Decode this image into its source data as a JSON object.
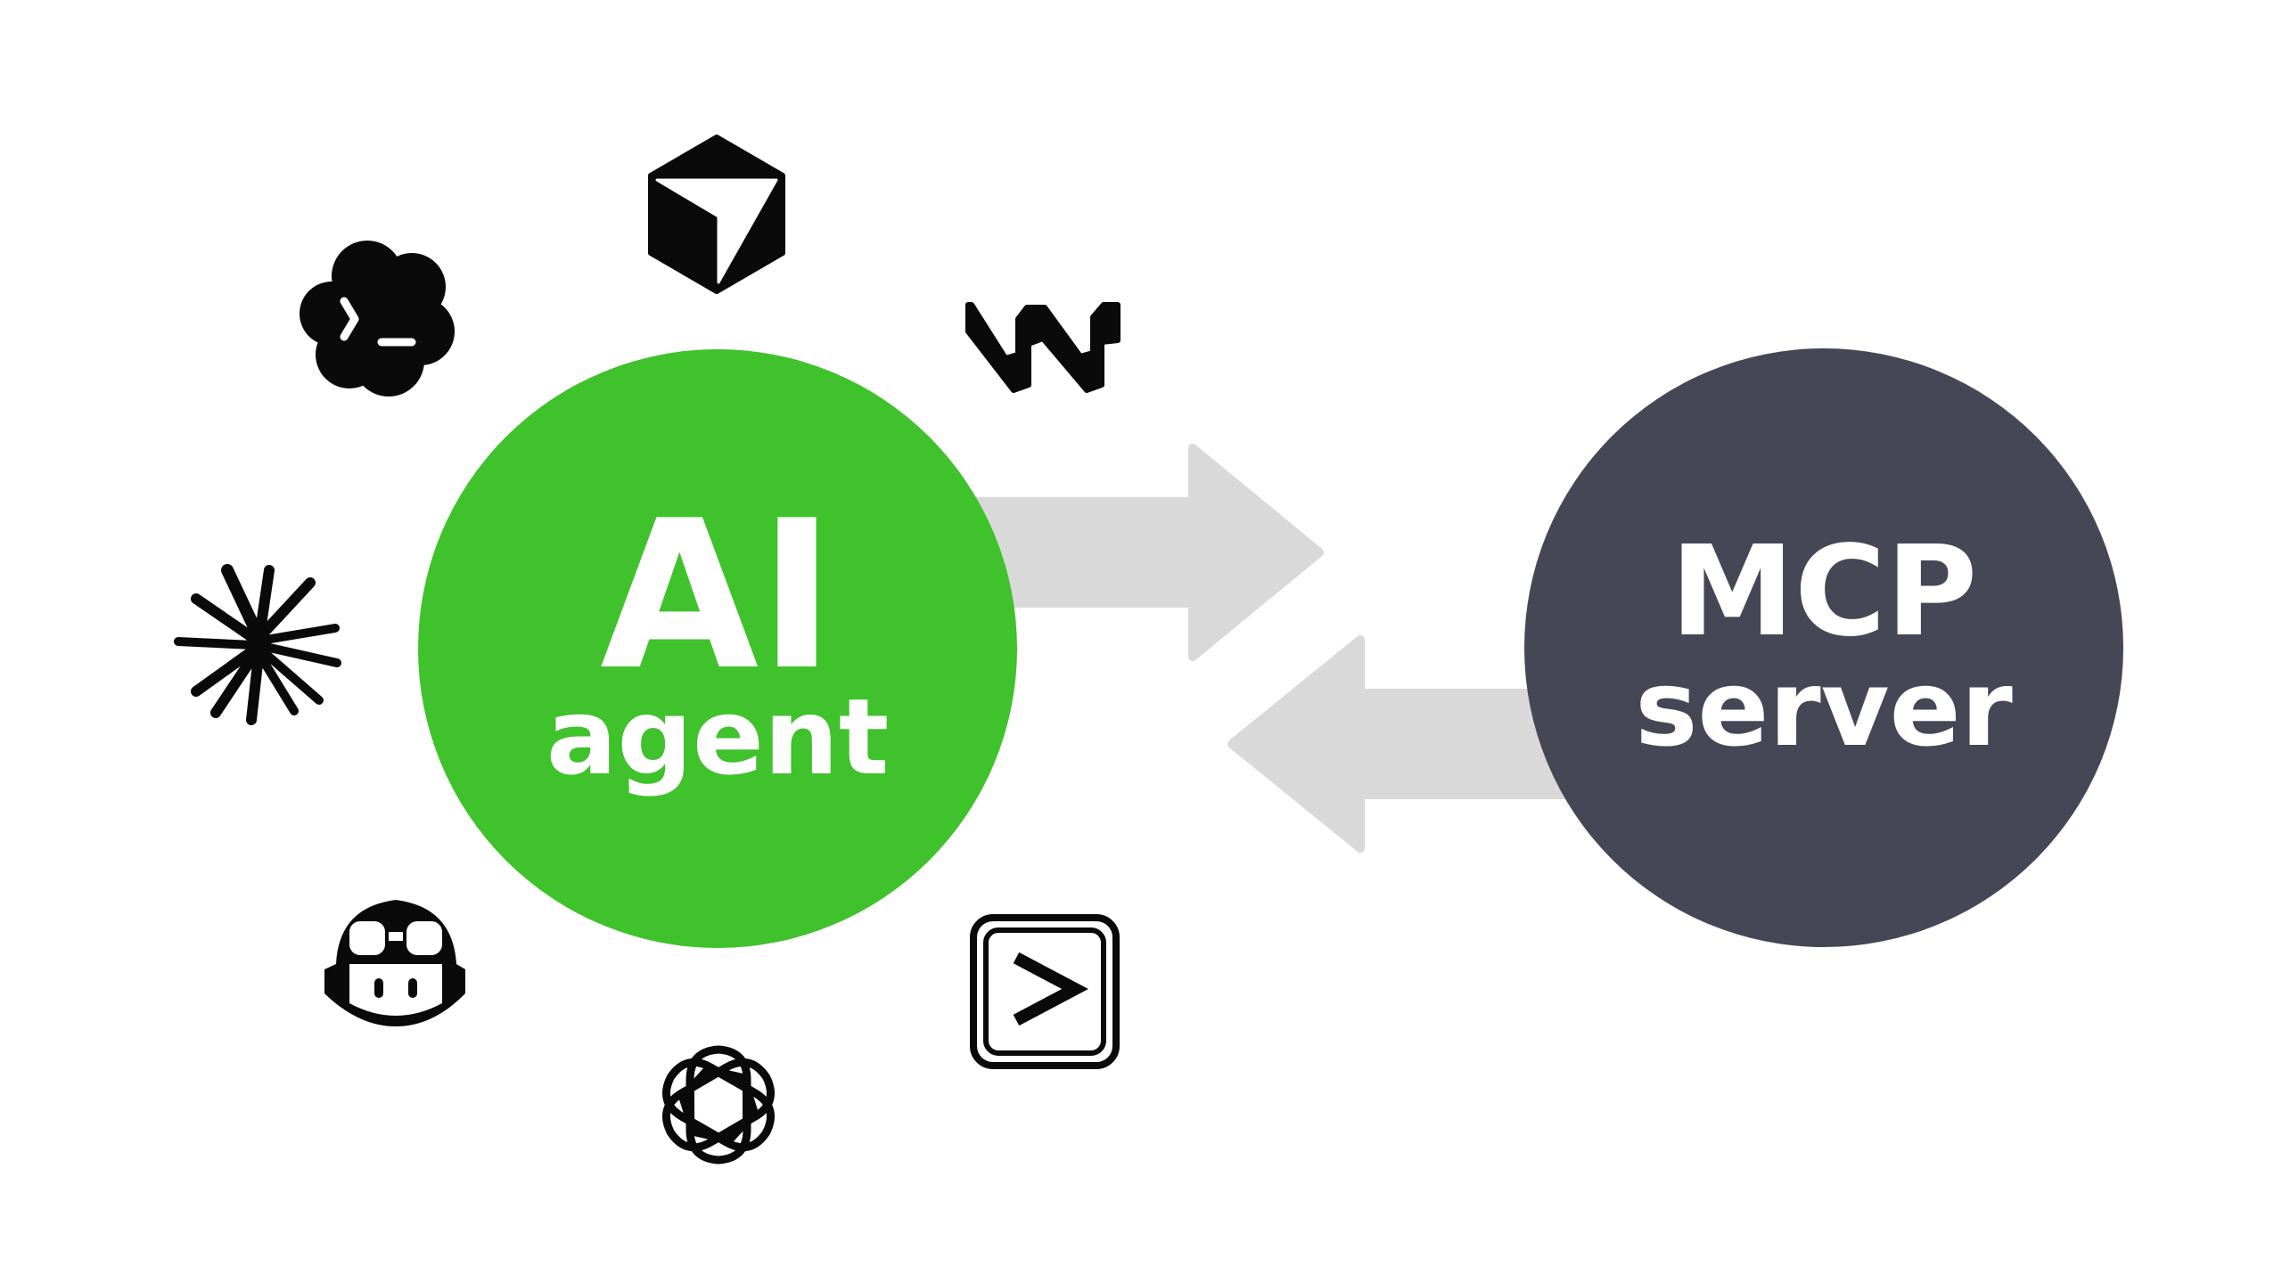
{
  "colors": {
    "background": "#ffffff",
    "agent_circle": "#3fc22b",
    "server_circle": "#454755",
    "arrow": "#d9d9d9",
    "icon": "#0a0a0a",
    "label_text": "#ffffff"
  },
  "agent": {
    "line1": "AI",
    "line2": "agent"
  },
  "server": {
    "line1": "MCP",
    "line2": "server"
  },
  "arrows": [
    {
      "direction": "right",
      "meaning": "agent-to-server"
    },
    {
      "direction": "left",
      "meaning": "server-to-agent"
    }
  ],
  "agent_icons": [
    "cloud-terminal-icon",
    "cube-logo-icon",
    "w-logo-icon",
    "starburst-logo-icon",
    "robot-face-icon",
    "terminal-prompt-icon",
    "openai-knot-icon"
  ]
}
